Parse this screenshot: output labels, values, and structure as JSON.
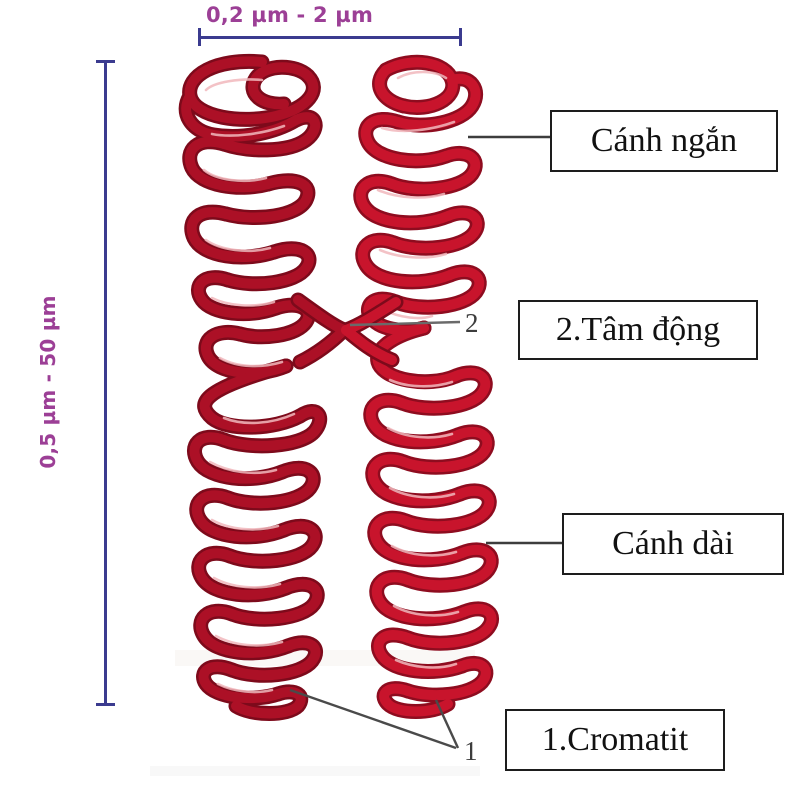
{
  "figure": {
    "subject": "chromosome-structure-diagram",
    "organism_scale_note": "metaphase chromosome with two sister chromatids"
  },
  "dimensions": {
    "width_label": "0,2 µm - 2 µm",
    "height_label": "0,5 µm - 50 µm",
    "bracket_color": "#3b3b8f",
    "text_color": "#9c3f96"
  },
  "callouts": [
    {
      "id": "short-arm",
      "label": "Cánh ngắn"
    },
    {
      "id": "centromere",
      "label": "2.Tâm động"
    },
    {
      "id": "long-arm",
      "label": "Cánh dài"
    },
    {
      "id": "chromatid",
      "label": "1.Cromatit"
    }
  ],
  "index_marks": [
    {
      "id": "mark-2",
      "text": "2"
    },
    {
      "id": "mark-1",
      "text": "1"
    }
  ],
  "colors": {
    "chromatin_left": "#ac1026",
    "chromatin_left_dark": "#7d0a1b",
    "chromatin_right": "#c8142c",
    "chromatin_right_dark": "#8e0c1f",
    "highlight": "#f2b8bd",
    "leader_line": "#555555",
    "box_border": "#1d1d1d",
    "background": "#ffffff"
  }
}
